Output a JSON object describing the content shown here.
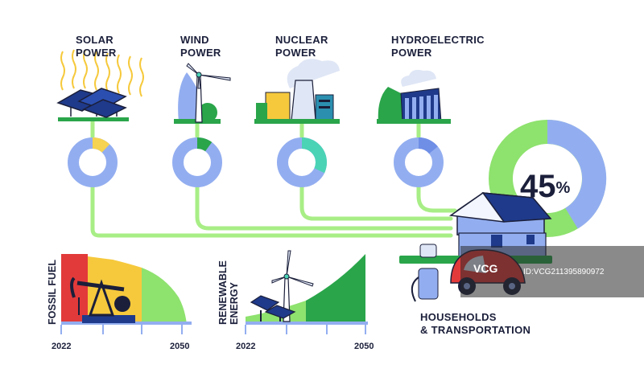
{
  "sources": [
    {
      "key": "solar",
      "line1": "SOLAR",
      "line2": "POWER",
      "share": 0.12
    },
    {
      "key": "wind",
      "line1": "WIND",
      "line2": "POWER",
      "share": 0.1
    },
    {
      "key": "nuclear",
      "line1": "NUCLEAR",
      "line2": "POWER",
      "share": 0.32
    },
    {
      "key": "hydro",
      "line1": "HYDROELECTRIC",
      "line2": "POWER",
      "share": 0.14
    }
  ],
  "total": {
    "value": "45",
    "unit": "%"
  },
  "fossil": {
    "line1": "FOSSIL FUEL",
    "year_start": "2022",
    "year_end": "2050"
  },
  "renewable": {
    "line1": "RENEWABLE",
    "line2": "ENERGY",
    "year_start": "2022",
    "year_end": "2050"
  },
  "households": {
    "line1": "HOUSEHOLDS",
    "line2": "& TRANSPORTATION"
  },
  "watermark": {
    "badge": "VCG",
    "id": "ID:VCG211395890972"
  },
  "colors": {
    "blue": "#93aef0",
    "green": "#8ee26e",
    "yellow": "#f6d350",
    "teal": "#4bd3b5",
    "darkgreen": "#2aa54a",
    "red": "#e23a3a",
    "navy": "#1b1f3a"
  }
}
